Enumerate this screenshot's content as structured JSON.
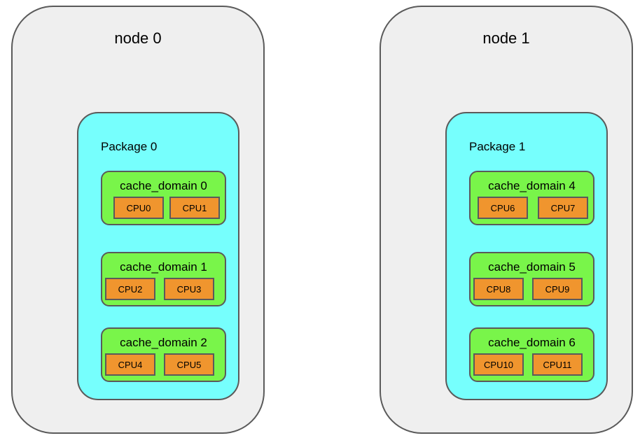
{
  "nodes": [
    {
      "title": "node 0",
      "package": {
        "label": "Package 0",
        "cache_domains": [
          {
            "label": "cache_domain 0",
            "cpus": [
              "CPU0",
              "CPU1"
            ]
          },
          {
            "label": "cache_domain 1",
            "cpus": [
              "CPU2",
              "CPU3"
            ]
          },
          {
            "label": "cache_domain 2",
            "cpus": [
              "CPU4",
              "CPU5"
            ]
          }
        ]
      }
    },
    {
      "title": "node 1",
      "package": {
        "label": "Package 1",
        "cache_domains": [
          {
            "label": "cache_domain 4",
            "cpus": [
              "CPU6",
              "CPU7"
            ]
          },
          {
            "label": "cache_domain 5",
            "cpus": [
              "CPU8",
              "CPU9"
            ]
          },
          {
            "label": "cache_domain 6",
            "cpus": [
              "CPU10",
              "CPU11"
            ]
          }
        ]
      }
    }
  ],
  "colors": {
    "node_fill": "#efefef",
    "package_fill": "#76fffd",
    "cache_fill": "#79f54a",
    "cpu_fill": "#f0952e",
    "border": "#5a5a5a"
  }
}
